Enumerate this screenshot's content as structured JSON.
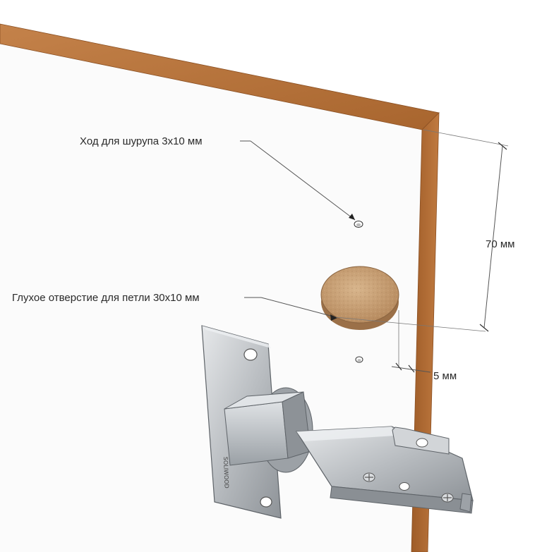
{
  "labels": {
    "screw_hole": "Ход для шурупа 3x10 мм",
    "blind_hole": "Глухое отверстие для петли 30x10 мм",
    "distance_vertical": "70 мм",
    "distance_edge": "5 мм"
  },
  "hinge_brand": "SOLIWOOD",
  "colors": {
    "edge_wood": "#b8753c",
    "panel_face": "#fbfbfb",
    "cork": "#c9a27a",
    "hinge_metal": "#c7cacd",
    "line": "#555555"
  },
  "icons": [
    "screw-hole-icon",
    "hinge-icon"
  ]
}
